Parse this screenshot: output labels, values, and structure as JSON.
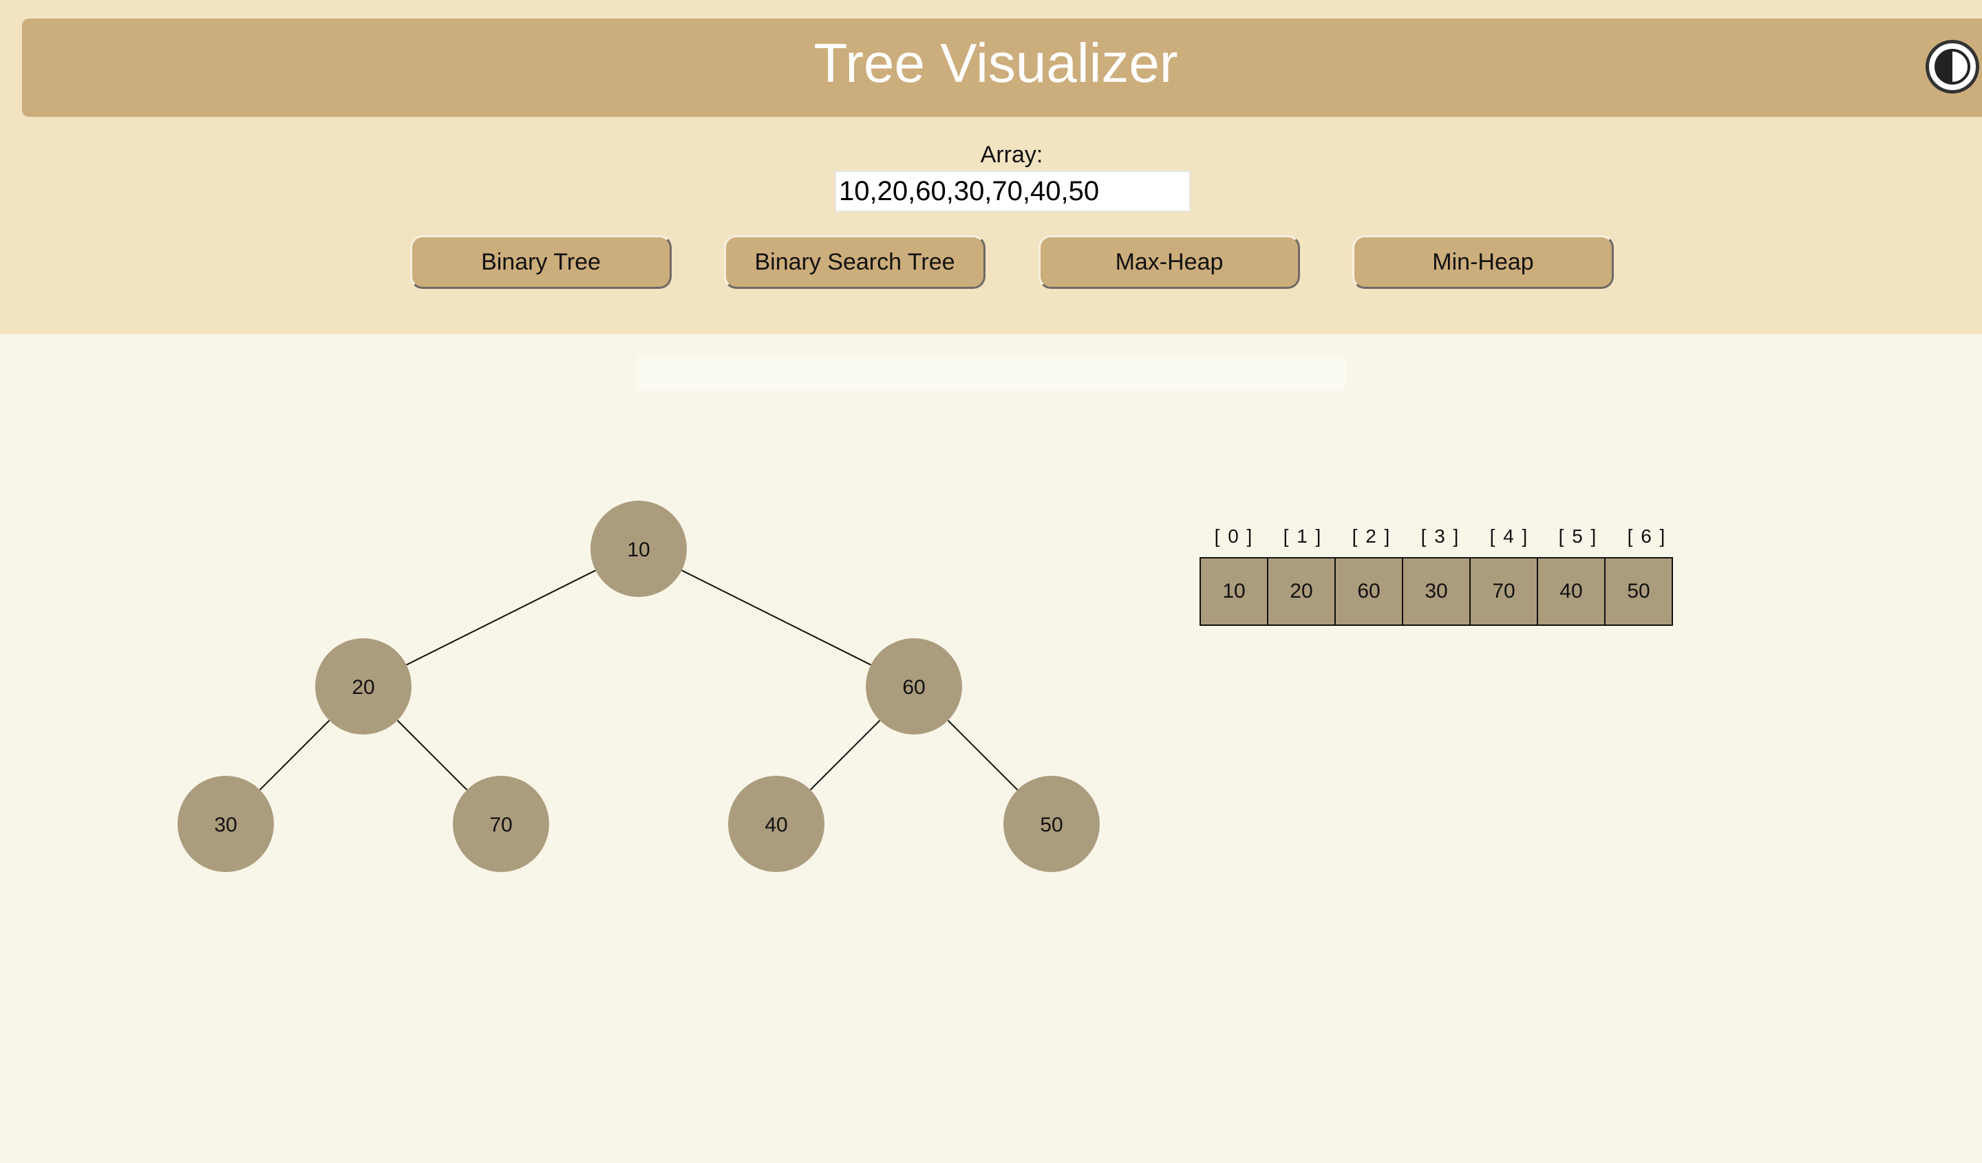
{
  "header": {
    "title": "Tree Visualizer",
    "theme_toggle_icon": "half-moon-contrast-icon"
  },
  "input": {
    "label": "Array:",
    "value": "10,20,60,30,70,40,50"
  },
  "buttons": [
    {
      "label": "Binary Tree"
    },
    {
      "label": "Binary Search Tree"
    },
    {
      "label": "Max-Heap"
    },
    {
      "label": "Min-Heap"
    }
  ],
  "message": "",
  "tree": {
    "nodes": [
      {
        "value": "10",
        "index": 0
      },
      {
        "value": "20",
        "index": 1
      },
      {
        "value": "60",
        "index": 2
      },
      {
        "value": "30",
        "index": 3
      },
      {
        "value": "70",
        "index": 4
      },
      {
        "value": "40",
        "index": 5
      },
      {
        "value": "50",
        "index": 6
      }
    ]
  },
  "array_view": {
    "indices": [
      "[ 0 ]",
      "[ 1 ]",
      "[ 2 ]",
      "[ 3 ]",
      "[ 4 ]",
      "[ 5 ]",
      "[ 6 ]"
    ],
    "values": [
      "10",
      "20",
      "60",
      "30",
      "70",
      "40",
      "50"
    ]
  },
  "colors": {
    "header_bg": "#ccad7c",
    "top_band_bg": "#f2e3c1",
    "page_bg": "#f8f6e8",
    "node_fill": "#ac9c7e"
  }
}
